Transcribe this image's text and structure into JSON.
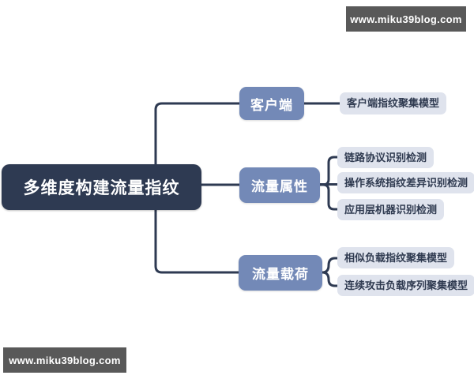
{
  "watermark": {
    "text": "www.miku39blog.com",
    "bg_color": "#595959",
    "text_color": "#ffffff"
  },
  "colors": {
    "root_bg": "#2e3a52",
    "branch_bg": "#7389b7",
    "leaf_bg": "#dfe3ed",
    "leaf_text": "#2f3a50",
    "connector_line": "#2e3a52",
    "node_text": "#ffffff",
    "canvas_bg": "#ffffff"
  },
  "mindmap": {
    "root": {
      "label": "多维度构建流量指纹"
    },
    "branches": [
      {
        "label": "客户端",
        "children": [
          "客户端指纹聚集模型"
        ]
      },
      {
        "label": "流量属性",
        "children": [
          "链路协议识别检测",
          "操作系统指纹差异识别检测",
          "应用层机器识别检测"
        ]
      },
      {
        "label": "流量载荷",
        "children": [
          "相似负载指纹聚集模型",
          "连续攻击负载序列聚集模型"
        ]
      }
    ]
  }
}
